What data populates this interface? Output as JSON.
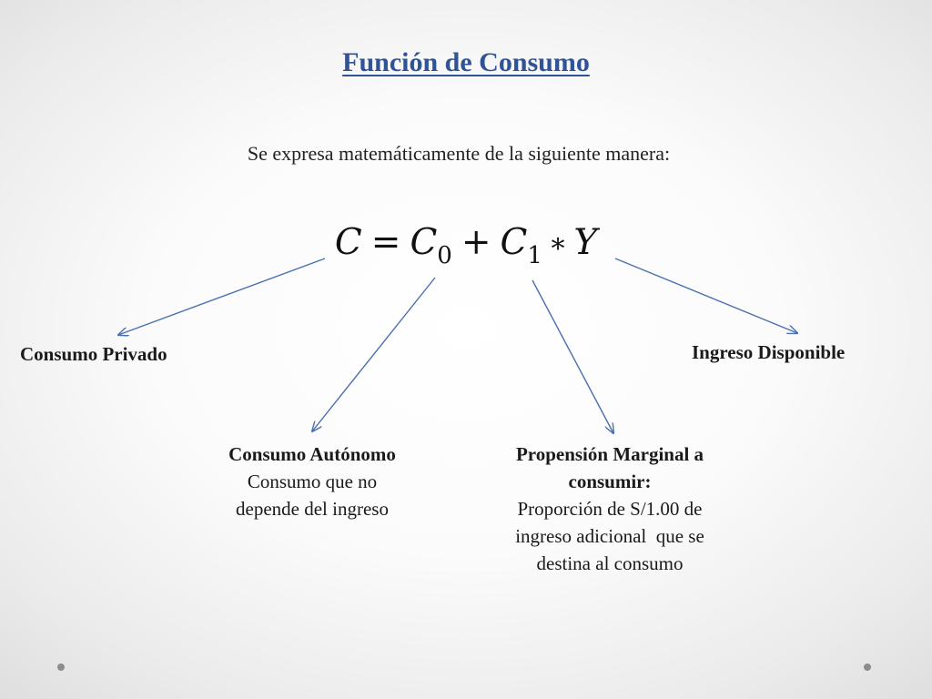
{
  "slide": {
    "title": "Función de Consumo",
    "subtitle": "Se expresa matemáticamente de la siguiente manera:"
  },
  "formula": {
    "lhs": "C",
    "eq": "=",
    "c0": "C",
    "c0_sub": "0",
    "plus": "+",
    "c1": "C",
    "c1_sub": "1",
    "times": "∗",
    "y": "Y"
  },
  "labels": {
    "consumo_privado": "Consumo Privado",
    "ingreso_disponible": "Ingreso Disponible",
    "consumo_autonomo_title": "Consumo Autónomo",
    "consumo_autonomo_desc_1": "Consumo que no",
    "consumo_autonomo_desc_2": "depende del ingreso",
    "propension_title_1": "Propensión Marginal a",
    "propension_title_2": "consumir:",
    "propension_desc_1": "Proporción de S/1.00 de",
    "propension_desc_2": "ingreso adicional  que se",
    "propension_desc_3": "destina al consumo"
  },
  "colors": {
    "title": "#2f5496",
    "arrow": "#4a6fb0",
    "text": "#1a1a1a"
  }
}
